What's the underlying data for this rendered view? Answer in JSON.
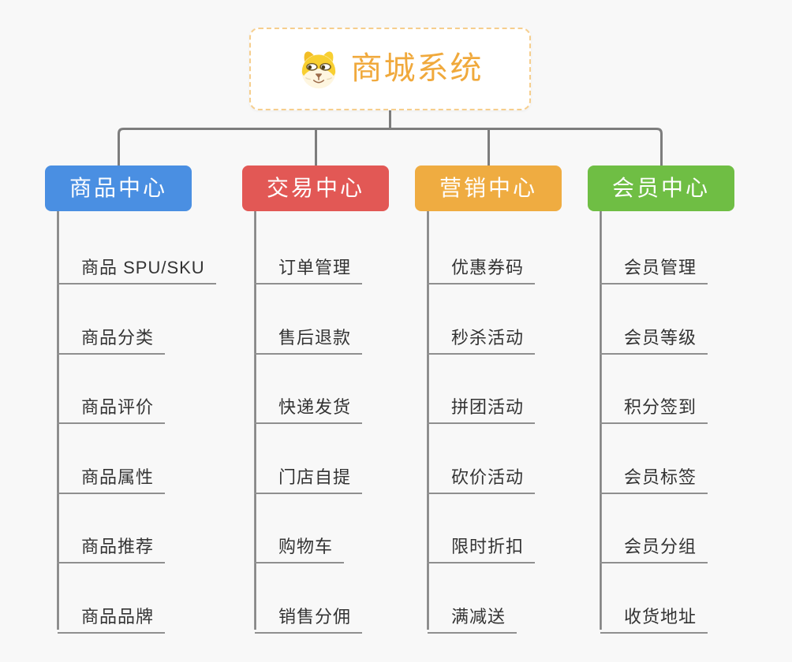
{
  "page": {
    "background_color": "#f8f8f8",
    "connector_color": "#7d7d7d",
    "underline_color": "#8f8f8f",
    "leaf_text_color": "#333333"
  },
  "root": {
    "title": "商城系统",
    "icon": "dog-face-icon",
    "text_color": "#f0a93c",
    "border_color": "#f6ce8d",
    "background": "#ffffff"
  },
  "branches": [
    {
      "label": "商品中心",
      "color": "#4a8fe2",
      "children": [
        "商品 SPU/SKU",
        "商品分类",
        "商品评价",
        "商品属性",
        "商品推荐",
        "商品品牌"
      ]
    },
    {
      "label": "交易中心",
      "color": "#e25855",
      "children": [
        "订单管理",
        "售后退款",
        "快递发货",
        "门店自提",
        "购物车",
        "销售分佣"
      ]
    },
    {
      "label": "营销中心",
      "color": "#efac41",
      "children": [
        "优惠券码",
        "秒杀活动",
        "拼团活动",
        "砍价活动",
        "限时折扣",
        "满减送"
      ]
    },
    {
      "label": "会员中心",
      "color": "#6fbe44",
      "children": [
        "会员管理",
        "会员等级",
        "积分签到",
        "会员标签",
        "会员分组",
        "收货地址"
      ]
    }
  ]
}
